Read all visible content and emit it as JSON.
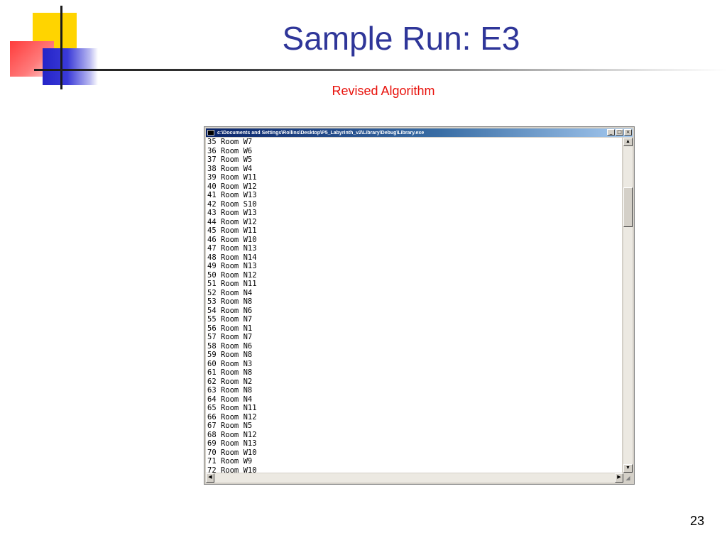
{
  "slide": {
    "title": "Sample Run: E3",
    "subtitle": "Revised Algorithm",
    "page_number": "23"
  },
  "console": {
    "title": "c:\\Documents and Settings\\Rollins\\Desktop\\P5_Labyrinth_v2\\Library\\Debug\\Library.exe",
    "minimize_glyph": "_",
    "maximize_glyph": "□",
    "close_glyph": "×",
    "lines": [
      "35 Room W7",
      "36 Room W6",
      "37 Room W5",
      "38 Room W4",
      "39 Room W11",
      "40 Room W12",
      "41 Room W13",
      "42 Room S10",
      "43 Room W13",
      "44 Room W12",
      "45 Room W11",
      "46 Room W10",
      "47 Room N13",
      "48 Room N14",
      "49 Room N13",
      "50 Room N12",
      "51 Room N11",
      "52 Room N4",
      "53 Room N8",
      "54 Room N6",
      "55 Room N7",
      "56 Room N1",
      "57 Room N7",
      "58 Room N6",
      "59 Room N8",
      "60 Room N3",
      "61 Room N8",
      "62 Room N2",
      "63 Room N8",
      "64 Room N4",
      "65 Room N11",
      "66 Room N12",
      "67 Room N5",
      "68 Room N12",
      "69 Room N13",
      "70 Room W10",
      "71 Room W9",
      "72 Room W10"
    ]
  },
  "colors": {
    "title": "#2f3699",
    "subtitle": "#e8120c",
    "titlebar_start": "#0a246a",
    "titlebar_end": "#a6caf0"
  },
  "icons": {
    "console_app": "console-app-icon",
    "scroll_up": "scroll-up-arrow-icon",
    "scroll_down": "scroll-down-arrow-icon",
    "scroll_left": "scroll-left-arrow-icon",
    "scroll_right": "scroll-right-arrow-icon",
    "resize_grip": "resize-grip-icon"
  }
}
